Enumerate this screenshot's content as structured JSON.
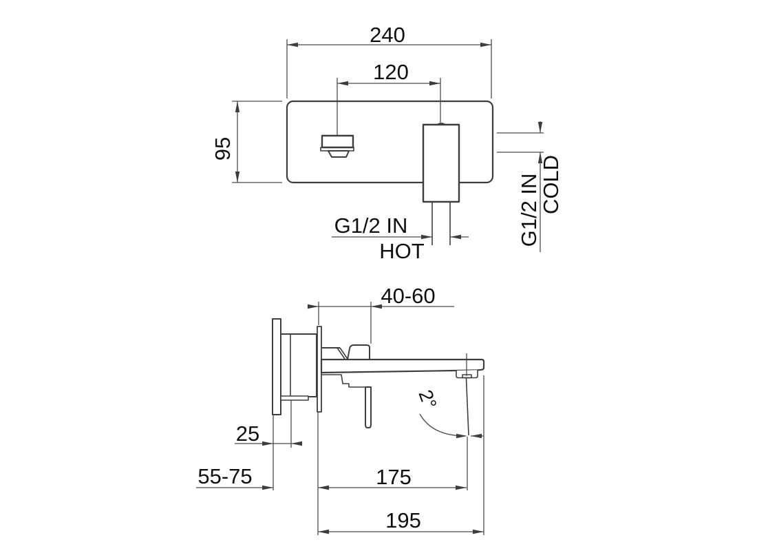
{
  "drawing": {
    "type": "technical-dimension-drawing",
    "subject": "wall-mounted-basin-mixer",
    "colors": {
      "line": "#3d3d3d",
      "text": "#0e0e0e",
      "background": "#ffffff"
    },
    "top_view": {
      "overall_width": "240",
      "outlet_to_cartridge_spacing": "120",
      "plate_height": "95",
      "cold_inlet": {
        "line1": "G1/2 IN",
        "line2": "COLD"
      },
      "hot_inlet": {
        "line1": "G1/2 IN",
        "line2": "HOT"
      }
    },
    "side_view": {
      "wall_depth_range": "40-60",
      "flange_depth": "25",
      "rough_in_depth_range": "55-75",
      "stream_distance": "175",
      "spout_reach": "195",
      "stream_angle": "2°"
    }
  }
}
